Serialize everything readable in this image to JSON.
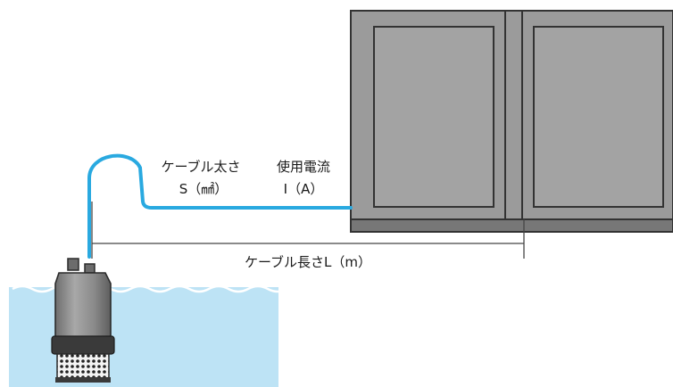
{
  "labels": {
    "cable_thickness": "ケーブル太さ",
    "cable_thickness_unit": "S（㎟）",
    "current_used": "使用電流",
    "current_unit": "I（A）",
    "cable_length": "ケーブル長さL（m）"
  },
  "colors": {
    "water": "#bde3f5",
    "wave_outline": "#ffffff",
    "cable": "#29a9e0",
    "panel_fill": "#9b9b9b",
    "panel_inner": "#a3a3a3",
    "panel_base": "#777777",
    "outline": "#333333",
    "pump_body": "#8c8c8c",
    "pump_band": "#3a3a3a",
    "dimension_line": "#444444"
  },
  "icons": {
    "pump": "submersible-pump-icon",
    "panel": "control-panel-cabinet"
  }
}
